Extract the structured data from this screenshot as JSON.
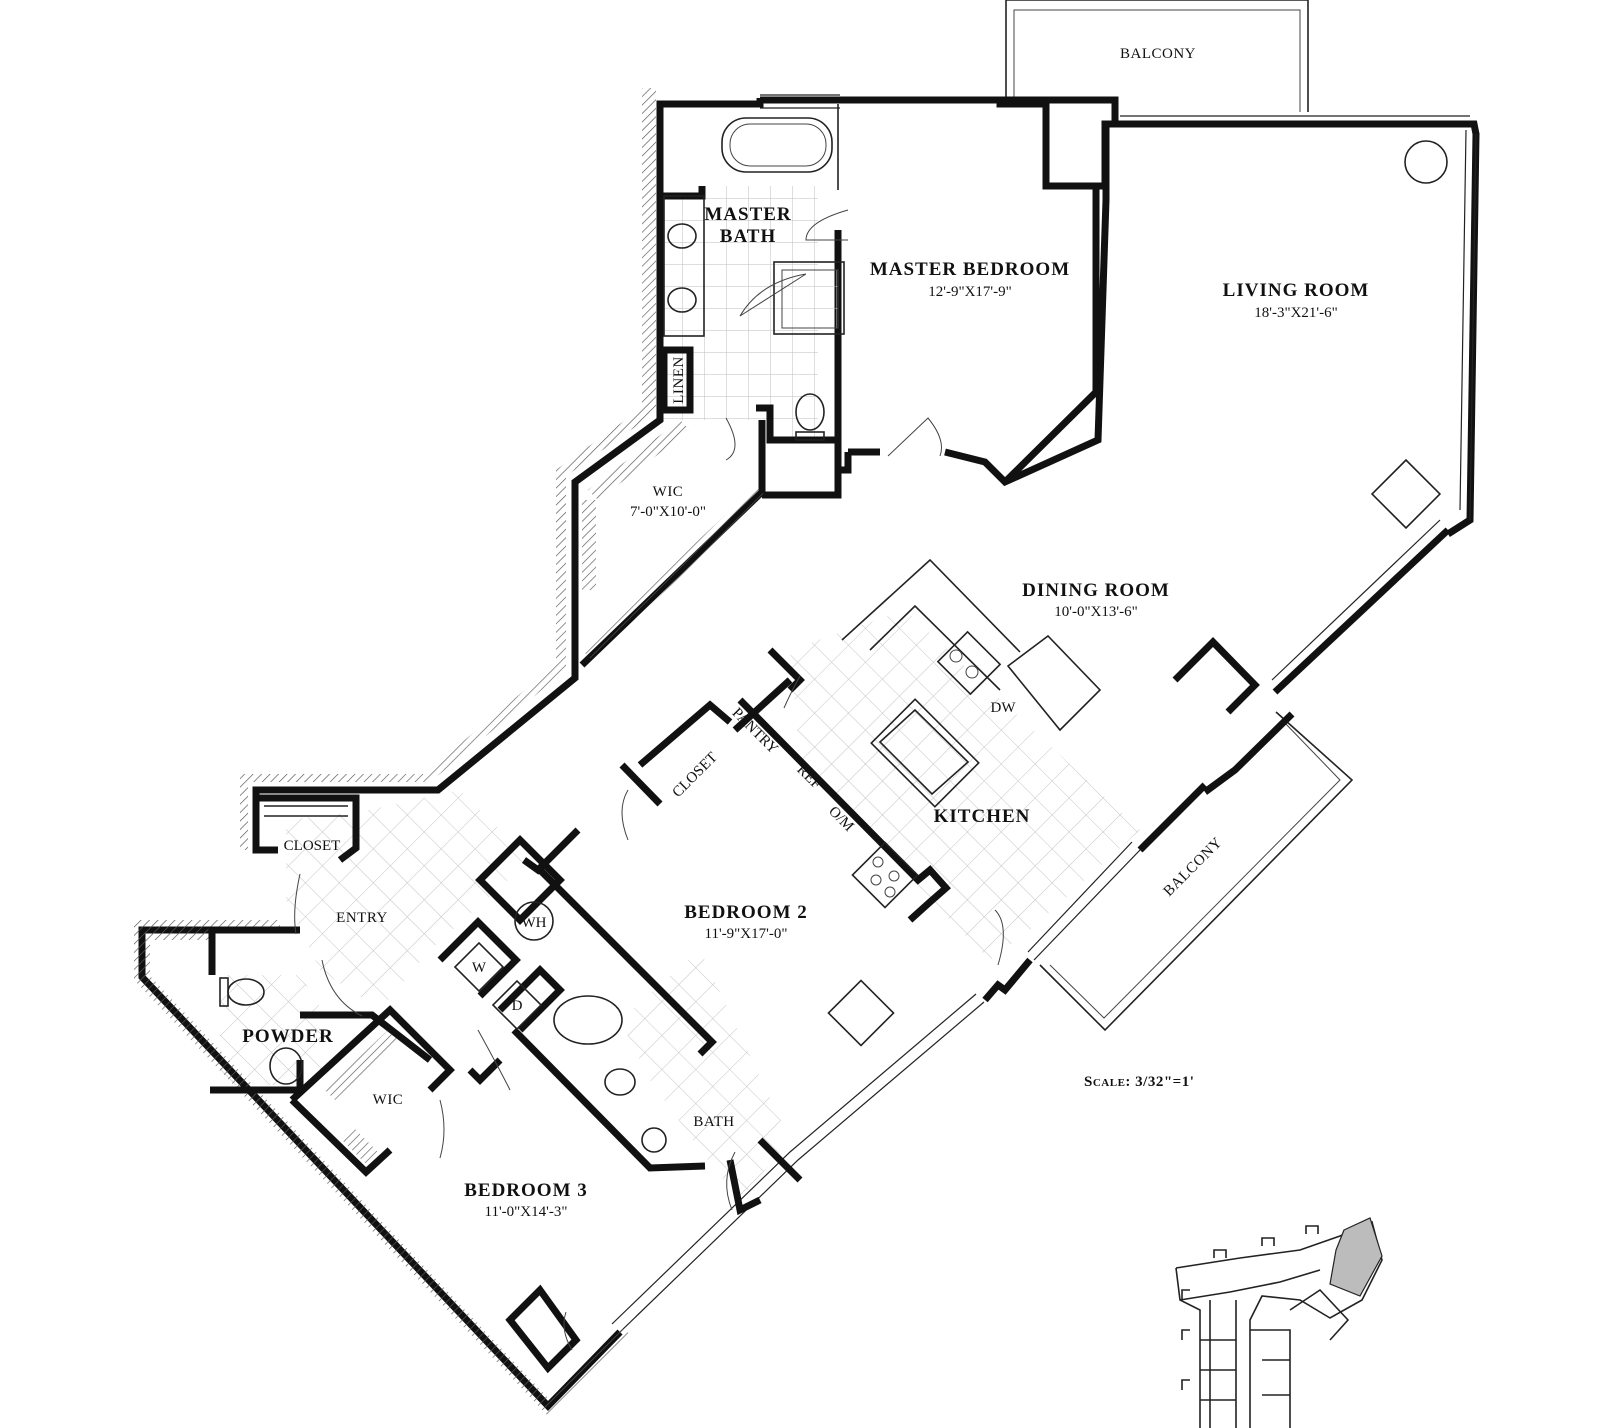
{
  "rooms": {
    "balcony_top": "BALCONY",
    "balcony_side": "BALCONY",
    "master_bath_line1": "MASTER",
    "master_bath_line2": "BATH",
    "master_bedroom": "MASTER BEDROOM",
    "master_bedroom_dim": "12'-9\"X17'-9\"",
    "living_room": "LIVING ROOM",
    "living_room_dim": "18'-3\"X21'-6\"",
    "linen": "LINEN",
    "wic_master": "WIC",
    "wic_master_dim": "7'-0\"X10'-0\"",
    "dining_room": "DINING ROOM",
    "dining_room_dim": "10'-0\"X13'-6\"",
    "dw": "DW",
    "pantry": "PANTRY",
    "ref": "REF",
    "om": "O/M",
    "closet_kitchen": "CLOSET",
    "kitchen": "KITCHEN",
    "closet_entry": "CLOSET",
    "entry": "ENTRY",
    "wh": "WH",
    "washer": "W",
    "dryer": "D",
    "bedroom2": "BEDROOM 2",
    "bedroom2_dim": "11'-9\"X17'-0\"",
    "powder": "POWDER",
    "wic_bed3": "WIC",
    "bath": "BATH",
    "bedroom3": "BEDROOM 3",
    "bedroom3_dim": "11'-0\"X14'-3\""
  },
  "scale": "Scale: 3/32\"=1'",
  "colors": {
    "wall": "#111111",
    "tile": "#bdbdbd",
    "keyplan_highlight": "#bcbcbc"
  }
}
